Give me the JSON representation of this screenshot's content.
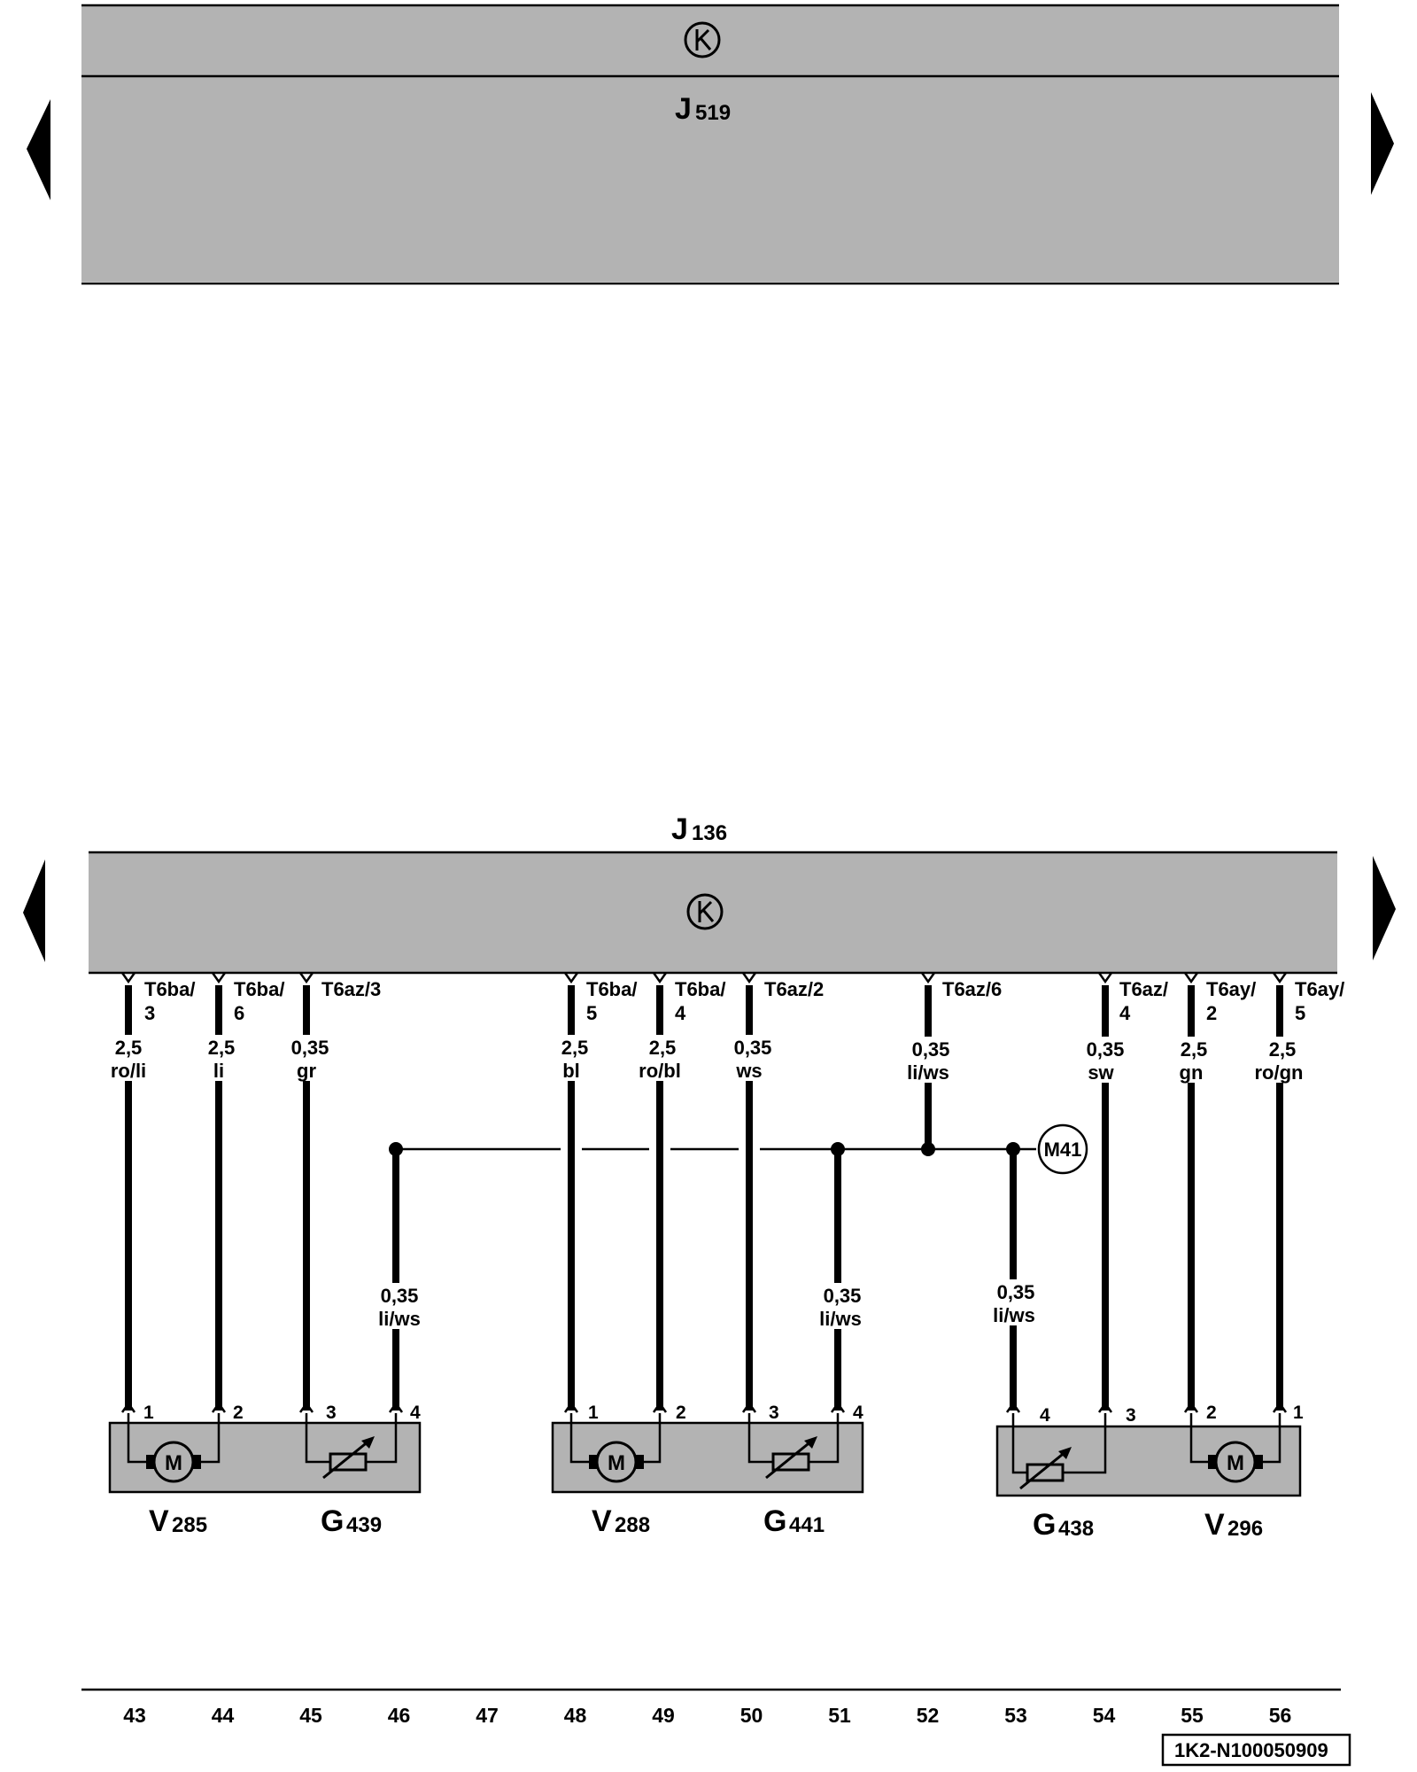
{
  "top_unit": {
    "letter": "J",
    "number": "519",
    "icon": "k-circle-icon"
  },
  "bottom_unit": {
    "letter": "J",
    "number": "136",
    "icon": "k-circle-icon"
  },
  "connectors": {
    "c43": [
      "T6ba/",
      "3"
    ],
    "c44": [
      "T6ba/",
      "6"
    ],
    "c45": [
      "T6az/3",
      ""
    ],
    "c48": [
      "T6ba/",
      "5"
    ],
    "c49": [
      "T6ba/",
      "4"
    ],
    "c50": [
      "T6az/2",
      ""
    ],
    "c52": [
      "T6az/6",
      ""
    ],
    "c54": [
      "T6az/",
      "4"
    ],
    "c55": [
      "T6ay/",
      "2"
    ],
    "c56": [
      "T6ay/",
      "5"
    ]
  },
  "wires": {
    "w43": [
      "2,5",
      "ro/li"
    ],
    "w44": [
      "2,5",
      "li"
    ],
    "w45": [
      "0,35",
      "gr"
    ],
    "w46": [
      "0,35",
      "li/ws"
    ],
    "w48": [
      "2,5",
      "bl"
    ],
    "w49": [
      "2,5",
      "ro/bl"
    ],
    "w50": [
      "0,35",
      "ws"
    ],
    "w51": [
      "0,35",
      "li/ws"
    ],
    "w52": [
      "0,35",
      "li/ws"
    ],
    "w53": [
      "0,35",
      "li/ws"
    ],
    "w54": [
      "0,35",
      "sw"
    ],
    "w55": [
      "2,5",
      "gn"
    ],
    "w56": [
      "2,5",
      "ro/gn"
    ]
  },
  "ground_point": "M41",
  "motor_symbol": "M",
  "pins": {
    "p43": "1",
    "p44": "2",
    "p45": "3",
    "p46": "4",
    "p48": "1",
    "p49": "2",
    "p50": "3",
    "p51": "4",
    "p53": "4",
    "p54": "3",
    "p55": "2",
    "p56": "1"
  },
  "components": {
    "v285": [
      "V",
      "285"
    ],
    "g439": [
      "G",
      "439"
    ],
    "v288": [
      "V",
      "288"
    ],
    "g441": [
      "G",
      "441"
    ],
    "g438": [
      "G",
      "438"
    ],
    "v296": [
      "V",
      "296"
    ]
  },
  "columns": [
    "43",
    "44",
    "45",
    "46",
    "47",
    "48",
    "49",
    "50",
    "51",
    "52",
    "53",
    "54",
    "55",
    "56"
  ],
  "reference": "1K2-N100050909",
  "icons": {
    "nav_prev": "triangle-left-icon",
    "nav_next": "triangle-right-icon",
    "motor": "motor-icon",
    "sensor": "variable-resistor-icon",
    "ground": "ground-point-icon",
    "connector": "connector-pin-icon"
  },
  "colors": {
    "unit_fill": "#b3b3b3",
    "line": "#000000",
    "background": "#ffffff"
  }
}
